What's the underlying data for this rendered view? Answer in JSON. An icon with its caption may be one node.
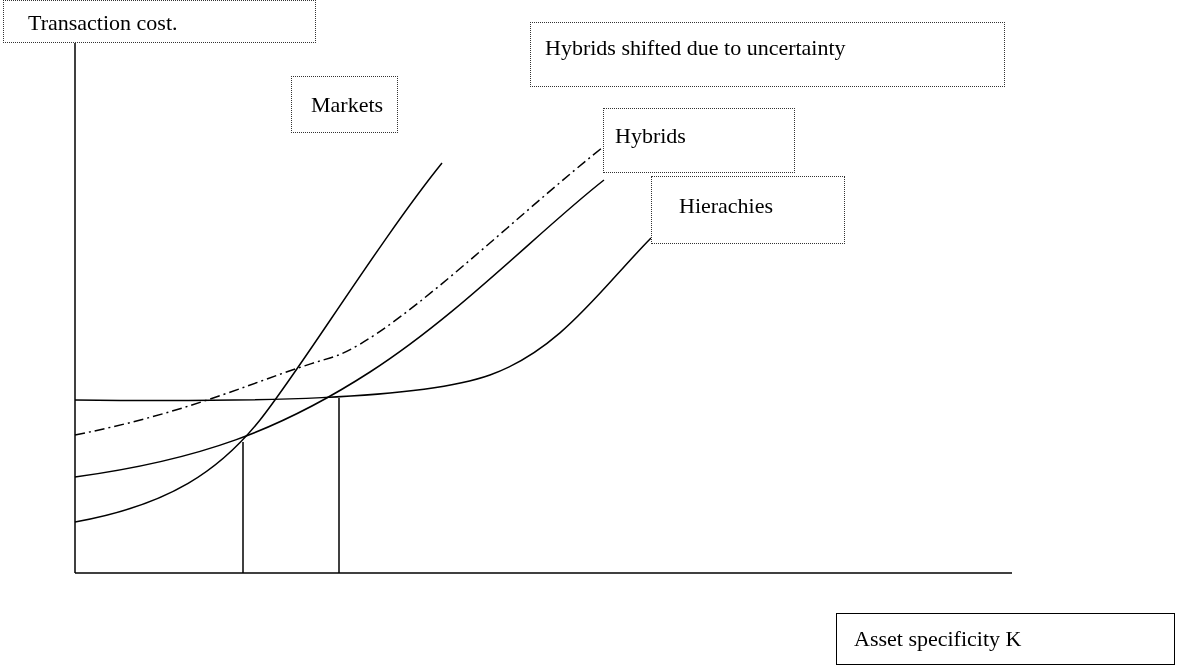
{
  "diagram": {
    "nodes": [
      {
        "text": [
          "Transaction cost."
        ]
      },
      {
        "text": [
          "Hybrids shifted due to uncertainty"
        ]
      },
      {
        "text": [
          "Markets"
        ]
      },
      {
        "text": [
          "Hybrids"
        ]
      },
      {
        "text": [
          "Hierachies"
        ]
      },
      {
        "text": [
          "Asset specificity K"
        ]
      }
    ]
  }
}
